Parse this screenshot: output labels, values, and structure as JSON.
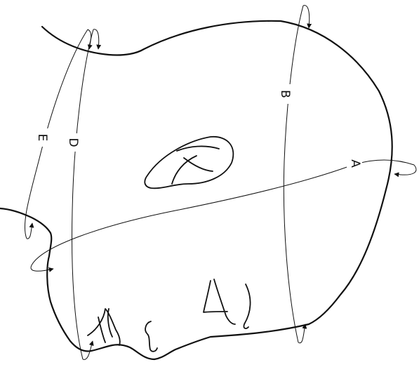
{
  "labels": {
    "a": "A",
    "b": "B",
    "d": "D",
    "e": "E"
  }
}
